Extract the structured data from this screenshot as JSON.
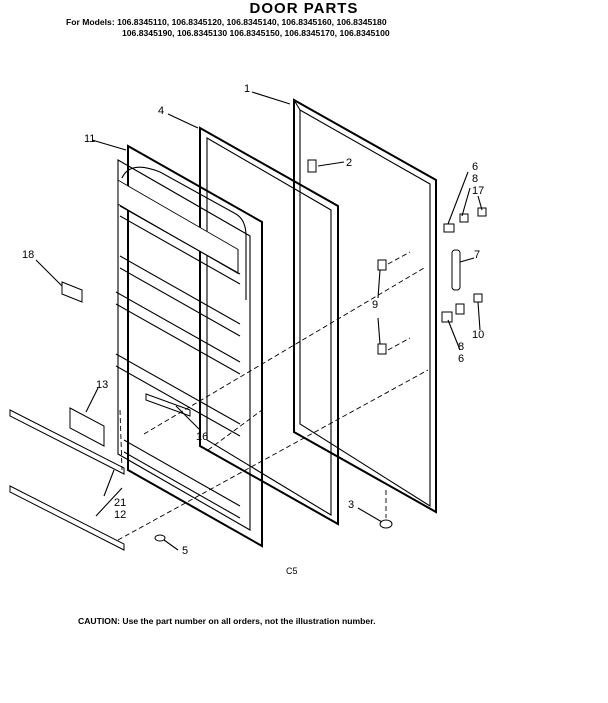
{
  "header": {
    "title": "DOOR PARTS",
    "models_line1": "For Models: 106.8345110, 106.8345120, 106.8345140, 106.8345160, 106.8345180",
    "models_line2": "106.8345190, 106.8345130 106.8345150, 106.8345170, 106.8345100"
  },
  "callouts": {
    "c1": "1",
    "c2": "2",
    "c3": "3",
    "c4": "4",
    "c5": "5",
    "c6a": "6",
    "c6b": "6",
    "c7": "7",
    "c8a": "8",
    "c8b": "8",
    "c9": "9",
    "c10": "10",
    "c11": "11",
    "c12": "12",
    "c13": "13",
    "c16": "16",
    "c17": "17",
    "c18": "18",
    "c21": "21"
  },
  "figure_code": "C5",
  "caution": "CAUTION: Use the part number on all orders, not the illustration number."
}
